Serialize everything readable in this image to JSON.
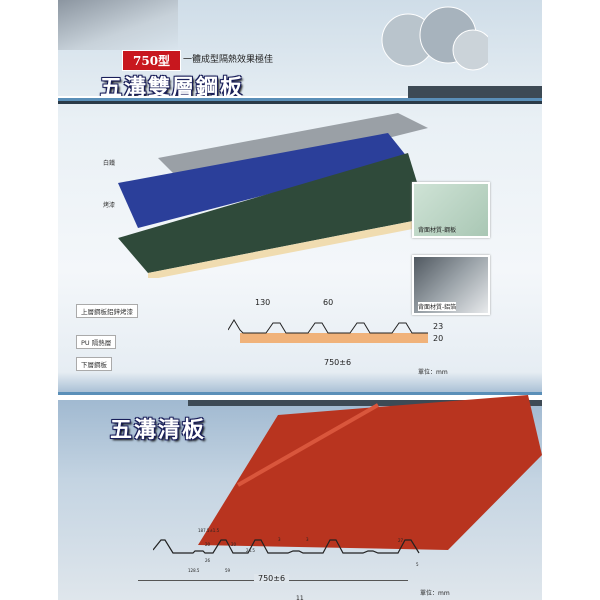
{
  "section1": {
    "model_badge": "750型",
    "tagline": "一體成型隔熱效果極佳",
    "title": "五溝雙層鋼板",
    "layer_labels": [
      "白鐵",
      "烤漆"
    ],
    "backing": [
      {
        "caption": "背面材質-鋼板"
      },
      {
        "caption": "背面材質-鋁箔"
      }
    ],
    "diagram": {
      "callouts": [
        "上層鋼板鋁鋅烤漆",
        "PU 隔熱層",
        "下層鋼板"
      ],
      "dims": {
        "pitch": "130",
        "rib": "60",
        "rib_height": "23",
        "foam": "20",
        "width": "750±6"
      },
      "unit": "單位：mm"
    }
  },
  "section2": {
    "title": "五溝清板",
    "diagram": {
      "dims": {
        "pitch": "187.5±1.5",
        "top_a": "20",
        "top_b": "20",
        "mid": "26",
        "base": "128.5",
        "slope": "59",
        "gap_l": "3",
        "gap_r": "3",
        "height": "24.5",
        "edge": "27",
        "lip": "5",
        "width": "750±6"
      },
      "unit": "單位：mm"
    },
    "page_number": "11"
  },
  "colors": {
    "red": "#c8171e",
    "navy": "#1a1f5a",
    "blue_panel": "#2b3f9a",
    "green_panel": "#2f4a3a",
    "red_panel": "#b8341f",
    "foam": "#f0b27a"
  }
}
